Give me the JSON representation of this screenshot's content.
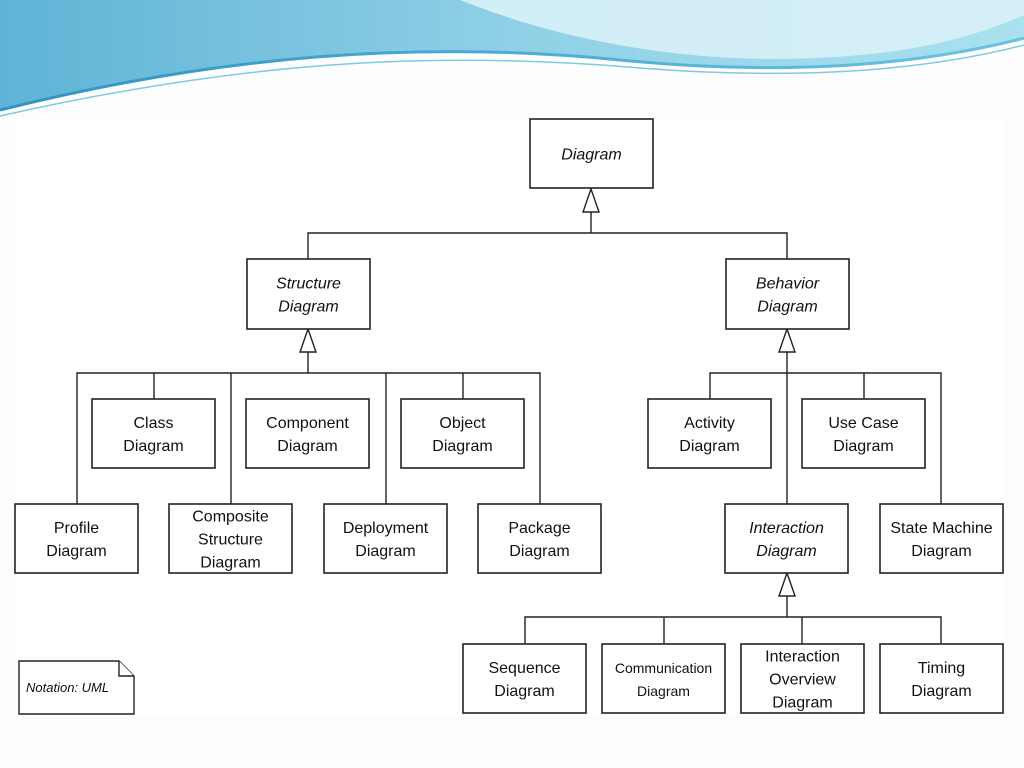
{
  "diagram": {
    "notation": "Notation: UML",
    "nodes": {
      "diagram": [
        "Diagram"
      ],
      "structure": [
        "Structure",
        "Diagram"
      ],
      "behavior": [
        "Behavior",
        "Diagram"
      ],
      "class": [
        "Class",
        "Diagram"
      ],
      "component": [
        "Component",
        "Diagram"
      ],
      "object": [
        "Object",
        "Diagram"
      ],
      "profile": [
        "Profile",
        "Diagram"
      ],
      "composite": [
        "Composite",
        "Structure",
        "Diagram"
      ],
      "deployment": [
        "Deployment",
        "Diagram"
      ],
      "package": [
        "Package",
        "Diagram"
      ],
      "activity": [
        "Activity",
        "Diagram"
      ],
      "usecase": [
        "Use Case",
        "Diagram"
      ],
      "interaction": [
        "Interaction",
        "Diagram"
      ],
      "statemachine": [
        "State Machine",
        "Diagram"
      ],
      "sequence": [
        "Sequence",
        "Diagram"
      ],
      "communication": [
        "Communication",
        "Diagram"
      ],
      "overview": [
        "Interaction",
        "Overview",
        "Diagram"
      ],
      "timing": [
        "Timing",
        "Diagram"
      ]
    }
  }
}
